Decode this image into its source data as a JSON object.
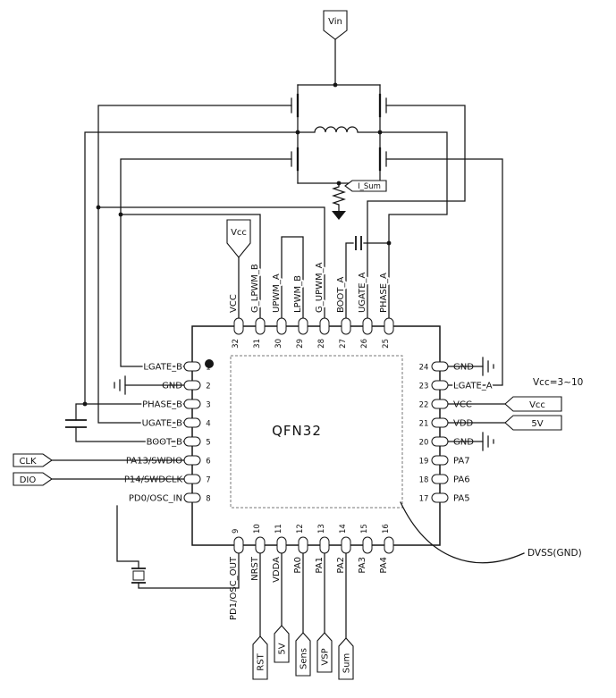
{
  "chip": {
    "name": "QFN32",
    "top_pins": [
      {
        "num": "32",
        "label": "VCC"
      },
      {
        "num": "31",
        "label": "G_LPWM_B"
      },
      {
        "num": "30",
        "label": "UPWM_A"
      },
      {
        "num": "29",
        "label": "LPWM_B"
      },
      {
        "num": "28",
        "label": "G_UPWM_A"
      },
      {
        "num": "27",
        "label": "BOOT_A"
      },
      {
        "num": "26",
        "label": "UGATE_A"
      },
      {
        "num": "25",
        "label": "PHASE_A"
      }
    ],
    "left_pins": [
      {
        "num": "1",
        "label": "LGATE_B"
      },
      {
        "num": "2",
        "label": "GND"
      },
      {
        "num": "3",
        "label": "PHASE_B"
      },
      {
        "num": "4",
        "label": "UGATE_B"
      },
      {
        "num": "5",
        "label": "BOOT_B"
      },
      {
        "num": "6",
        "label": "PA13/SWDIO"
      },
      {
        "num": "7",
        "label": "P14/SWDCLK"
      },
      {
        "num": "8",
        "label": "PD0/OSC_IN"
      }
    ],
    "right_pins": [
      {
        "num": "24",
        "label": "GND"
      },
      {
        "num": "23",
        "label": "LGATE_A"
      },
      {
        "num": "22",
        "label": "VCC"
      },
      {
        "num": "21",
        "label": "VDD"
      },
      {
        "num": "20",
        "label": "GND"
      },
      {
        "num": "19",
        "label": "PA7"
      },
      {
        "num": "18",
        "label": "PA6"
      },
      {
        "num": "17",
        "label": "PA5"
      }
    ],
    "bottom_pins": [
      {
        "num": "9",
        "label": "PD1/OSC_OUT"
      },
      {
        "num": "10",
        "label": "NRST"
      },
      {
        "num": "11",
        "label": "VDDA"
      },
      {
        "num": "12",
        "label": "PA0"
      },
      {
        "num": "13",
        "label": "PA1"
      },
      {
        "num": "14",
        "label": "PA2"
      },
      {
        "num": "15",
        "label": "PA3"
      },
      {
        "num": "16",
        "label": "PA4"
      }
    ]
  },
  "flags": {
    "vin": "Vin",
    "vcc_top": "Vcc",
    "isum": "I_Sum",
    "clk": "CLK",
    "dio": "DIO",
    "vcc_right": "Vcc",
    "v5_right": "5V",
    "rst": "RST",
    "v5_bottom": "5V",
    "sens": "Sens",
    "vsp": "VSP",
    "sum": "Sum"
  },
  "annotations": {
    "vcc_range": "Vcc=3~10",
    "dvss": "DVSS(GND)"
  },
  "colors": {
    "wire": "#151515",
    "background": "#ffffff"
  }
}
